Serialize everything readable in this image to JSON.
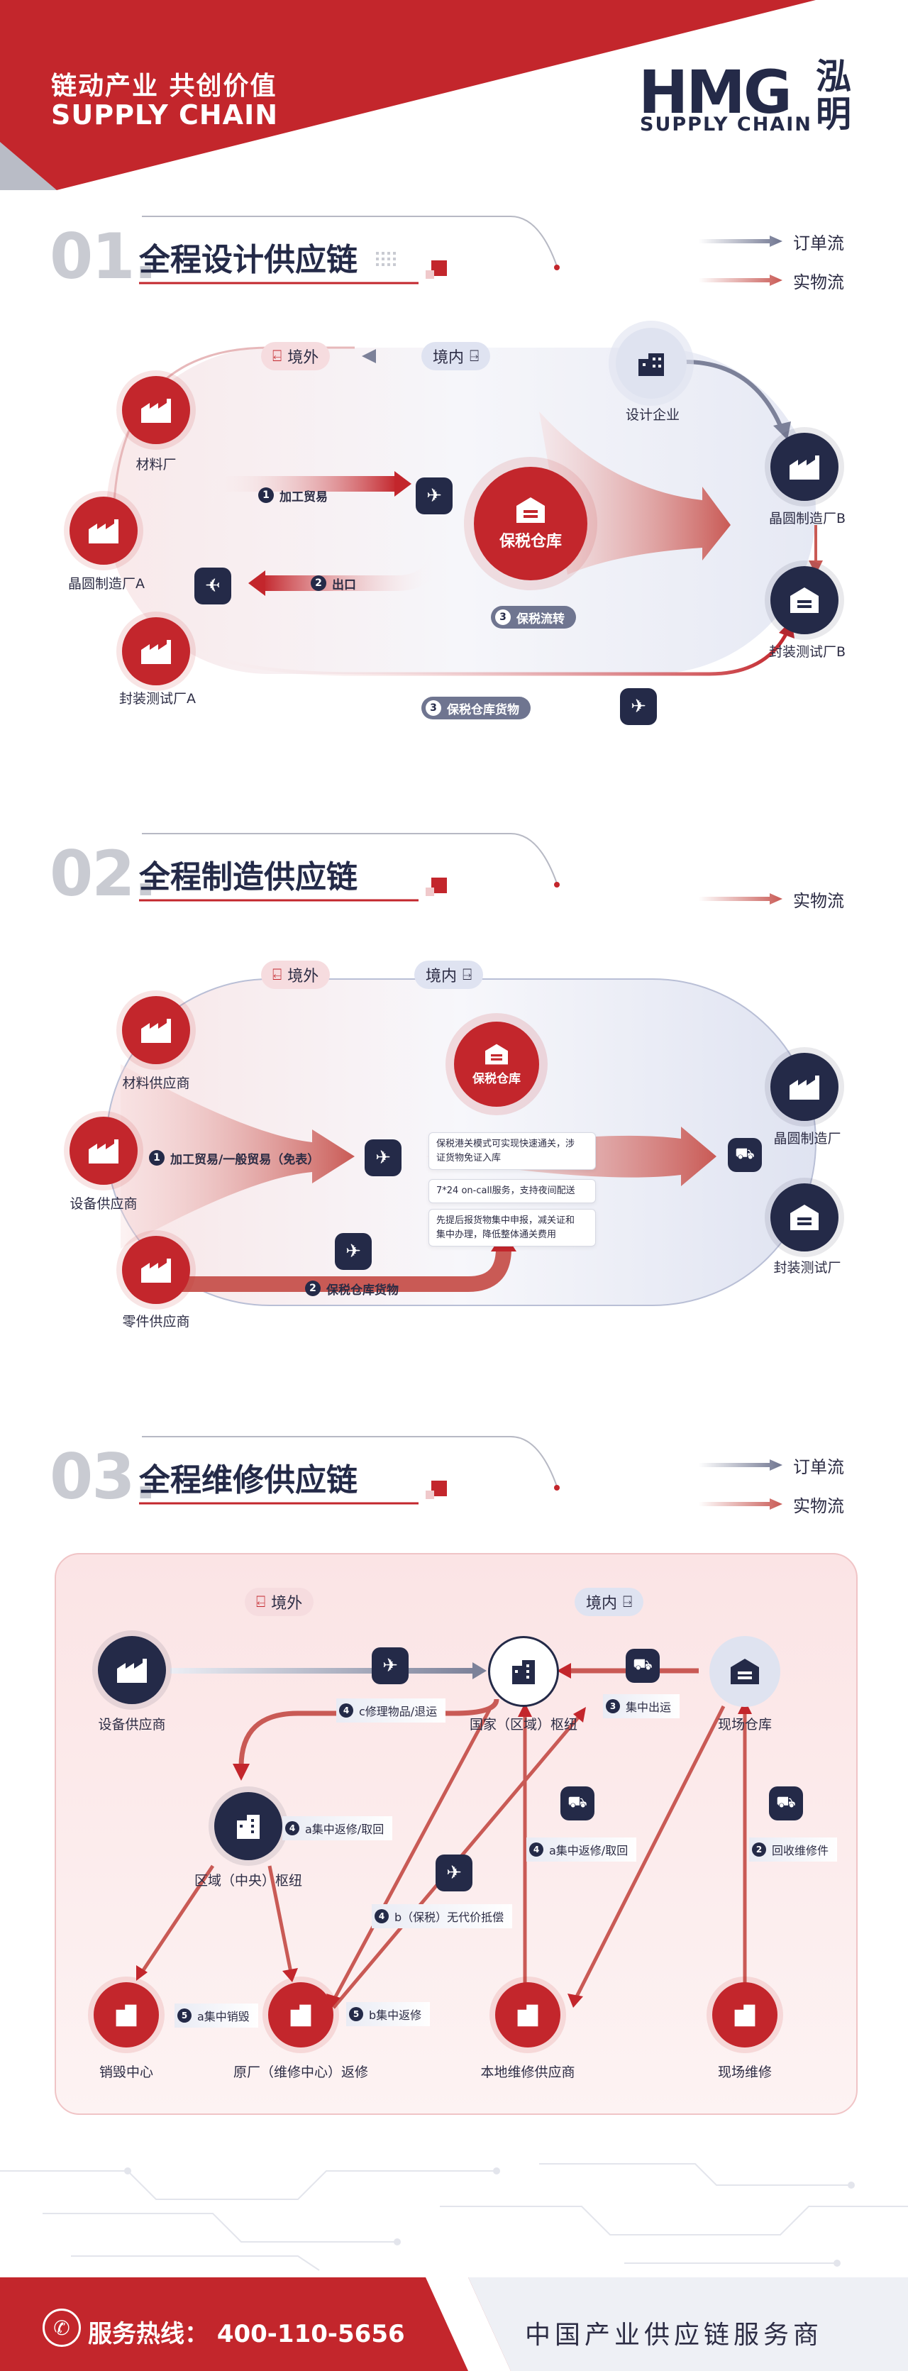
{
  "header": {
    "slogan_cn": "链动产业 共创价值",
    "slogan_en": "SUPPLY CHAIN",
    "logo_text": "HMG",
    "logo_sub": "SUPPLY CHAIN",
    "logo_cn": "泓明"
  },
  "legend": {
    "order_flow": "订单流",
    "physical_flow": "实物流"
  },
  "sec1": {
    "num": "01.",
    "title": "全程设计供应链",
    "overseas": "境外",
    "domestic": "境内",
    "nodes": {
      "material": "材料厂",
      "wafer_a": "晶圆制造厂A",
      "pack_a": "封装测试厂A",
      "design": "设计企业",
      "wafer_b": "晶圆制造厂B",
      "pack_b": "封装测试厂B",
      "bonded": "保税仓库"
    },
    "tags": {
      "t1": "加工贸易",
      "t1n": "1",
      "t2": "出口",
      "t2n": "2",
      "t3a": "保税流转",
      "t3an": "3",
      "t3b": "保税仓库货物",
      "t3bn": "3"
    }
  },
  "sec2": {
    "num": "02.",
    "title": "全程制造供应链",
    "overseas": "境外",
    "domestic": "境内",
    "nodes": {
      "material": "材料供应商",
      "equip": "设备供应商",
      "parts": "零件供应商",
      "bonded": "保税仓库",
      "wafer": "晶圆制造厂",
      "pack": "封装测试厂"
    },
    "tags": {
      "t1": "加工贸易/一般贸易（免表）",
      "t1n": "1",
      "t2": "保税仓库货物",
      "t2n": "2"
    },
    "notes": [
      "保税港关模式可实现快速通关，涉\n证货物免证入库",
      "7*24 on-call服务，支持夜间配送",
      "先提后报货物集中申报，减关证和\n集中办理，降低整体通关费用"
    ]
  },
  "sec3": {
    "num": "03.",
    "title": "全程维修供应链",
    "overseas": "境外",
    "domestic": "境内",
    "nodes": {
      "equip": "设备供应商",
      "hub_nat": "国家（区域）枢纽",
      "site_wh": "现场仓库",
      "hub_reg": "区域（中央）枢纽",
      "scrap": "销毁中心",
      "oem": "原厂（维修中心）返修",
      "local": "本地维修供应商",
      "onsite": "现场维修"
    },
    "labels": {
      "l1": "c修理物品/退运",
      "l1n": "4",
      "l2": "集中出运",
      "l2n": "3",
      "l3": "a集中返修/取回",
      "l3n": "4",
      "l4": "a集中返修/取回",
      "l4n": "4",
      "l5": "回收维修件",
      "l5n": "2",
      "l6": "b（保税）无代价抵偿",
      "l6n": "4",
      "l7": "a集中销毁",
      "l7n": "5",
      "l8": "b集中返修",
      "l8n": "5"
    }
  },
  "footer": {
    "hotline": "服务热线： 400-110-5656",
    "tagline": "中国产业供应链服务商"
  },
  "colors": {
    "red": "#c3262c",
    "navy": "#242a48",
    "grey": "#c9cbd2"
  }
}
